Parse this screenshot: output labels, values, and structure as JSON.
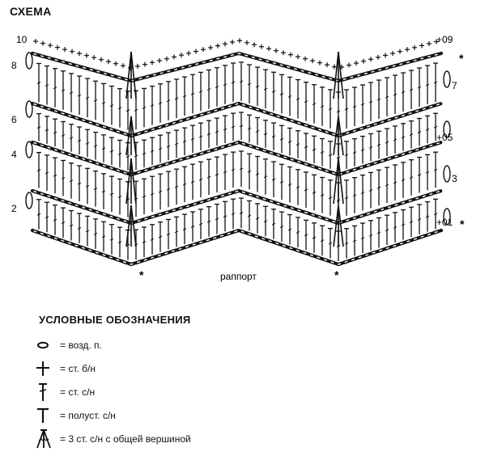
{
  "title": "СХЕМА",
  "repeat_label": "раппорт",
  "repeat_marker": "*",
  "row_numbers_left": [
    "10",
    "8",
    "6",
    "4",
    "2"
  ],
  "row_numbers_right": [
    "+09",
    "7",
    "+05",
    "3",
    "+01"
  ],
  "legend": {
    "title": "УСЛОВНЫЕ ОБОЗНАЧЕНИЯ",
    "items": [
      {
        "symbol": "chain-stitch-icon",
        "label": "= возд. п."
      },
      {
        "symbol": "single-crochet-icon",
        "label": "= ст. б/н"
      },
      {
        "symbol": "double-crochet-icon",
        "label": "= ст. с/н"
      },
      {
        "symbol": "half-double-crochet-icon",
        "label": "= полуст. с/н"
      },
      {
        "symbol": "dc3tog-icon",
        "label": "= 3 ст. с/н с общей вершиной"
      }
    ]
  },
  "colors": {
    "ink": "#111111"
  }
}
